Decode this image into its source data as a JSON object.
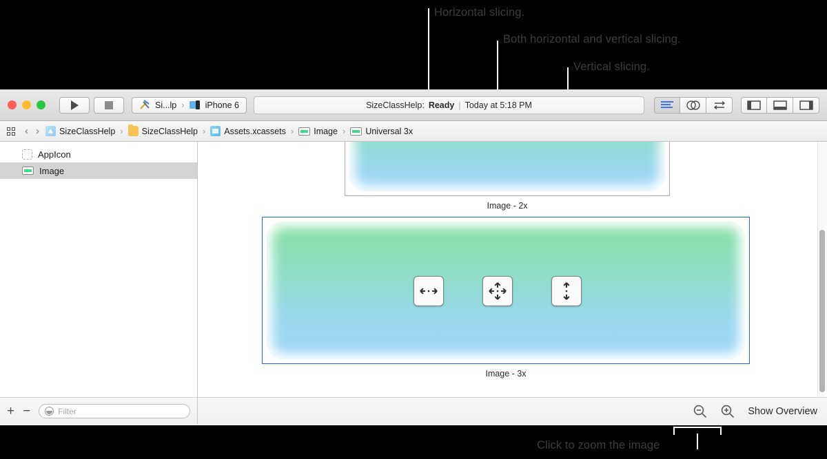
{
  "annotations": {
    "callouts": [
      {
        "id": "horizontal",
        "text": "Horizontal slicing."
      },
      {
        "id": "both",
        "text": "Both horizontal and vertical slicing."
      },
      {
        "id": "vertical",
        "text": "Vertical slicing."
      }
    ],
    "bottom_caption": "Click to zoom the image"
  },
  "toolbar": {
    "traffic_lights": {
      "close": "close-button",
      "minimize": "minimize-button",
      "maximize": "maximize-button"
    },
    "run_label": "run-button",
    "stop_label": "stop-button",
    "scheme": {
      "project": "Si...lp",
      "separator": "›",
      "destination": "iPhone 6"
    },
    "status": {
      "project": "SizeClassHelp:",
      "state": "Ready",
      "separator": "|",
      "time": "Today at 5:18 PM"
    },
    "editor_modes": [
      {
        "name": "standard-editor",
        "active": true
      },
      {
        "name": "assistant-editor",
        "active": false
      },
      {
        "name": "version-editor",
        "active": false
      }
    ],
    "view_toggles": [
      {
        "name": "navigator-toggle"
      },
      {
        "name": "debug-area-toggle"
      },
      {
        "name": "utilities-toggle"
      }
    ]
  },
  "jumpbar": {
    "back_arrow": "‹",
    "forward_arrow": "›",
    "crumbs": [
      {
        "label": "SizeClassHelp",
        "icon": "project-icon"
      },
      {
        "label": "SizeClassHelp",
        "icon": "folder-icon"
      },
      {
        "label": "Assets.xcassets",
        "icon": "assets-catalog-icon"
      },
      {
        "label": "Image",
        "icon": "image-set-icon"
      },
      {
        "label": "Universal 3x",
        "icon": "image-set-icon"
      }
    ],
    "separator": "›"
  },
  "sidebar": {
    "items": [
      {
        "label": "AppIcon",
        "icon": "appicon-icon",
        "selected": false
      },
      {
        "label": "Image",
        "icon": "image-set-icon",
        "selected": true
      }
    ],
    "footer": {
      "add_label": "+",
      "remove_label": "−",
      "filter_placeholder": "Filter"
    }
  },
  "editor": {
    "images": [
      {
        "caption": "Image - 2x",
        "selected": false
      },
      {
        "caption": "Image - 3x",
        "selected": true
      }
    ],
    "slice_buttons": [
      {
        "name": "horizontal-slicing-button",
        "icon": "left-right-arrows-icon"
      },
      {
        "name": "both-slicing-button",
        "icon": "four-way-arrows-icon"
      },
      {
        "name": "vertical-slicing-button",
        "icon": "up-down-arrows-icon"
      }
    ],
    "footer": {
      "zoom_out": "zoom-out-button",
      "zoom_in": "zoom-in-button",
      "overview_label": "Show Overview"
    }
  },
  "colors": {
    "gradient_top": "#86E0A4",
    "gradient_bottom": "#9FD6F8",
    "selection_border": "#2B63D9",
    "selected_row": "#D4D4D4",
    "annotation_text": "#3C3C3C",
    "callout_line": "#FFFFFF"
  }
}
